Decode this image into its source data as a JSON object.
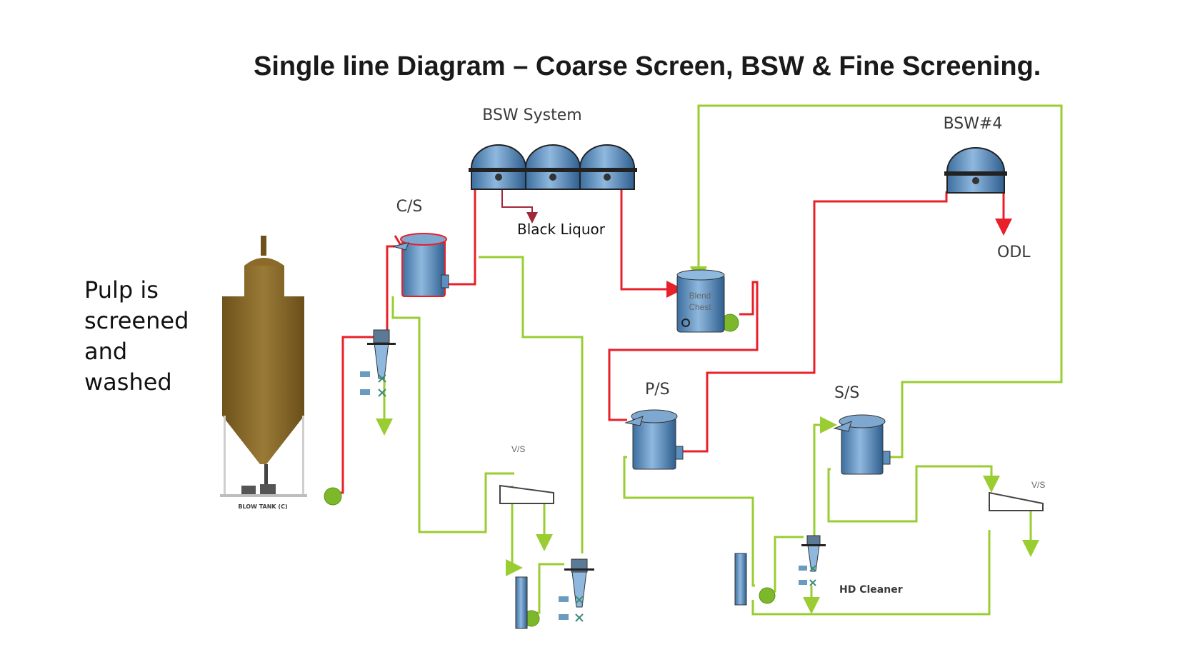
{
  "title": "Single line Diagram – Coarse Screen, BSW & Fine Screening.",
  "side_text": [
    "Pulp is",
    "screened",
    "and",
    "washed"
  ],
  "labels": {
    "bsw_system": "BSW  System",
    "bsw4": "BSW#4",
    "cs": "C/S",
    "black_liquor": "Black Liquor",
    "odl": "ODL",
    "blend_chest_line1": "Blend",
    "blend_chest_line2": "Chest",
    "ps": "P/S",
    "ss": "S/S",
    "vs_left": "V/S",
    "vs_right": "V/S",
    "hd_cleaner": "HD Cleaner",
    "blow_tank": "BLOW TANK (C)"
  },
  "colors": {
    "pulp_line": "#e8202a",
    "water_line": "#9acd32",
    "liquor_line": "#a0283c",
    "equipment_blue": "#5b8fc0",
    "tank_brown": "#8b6a2a",
    "pump_green": "#7db82a"
  }
}
